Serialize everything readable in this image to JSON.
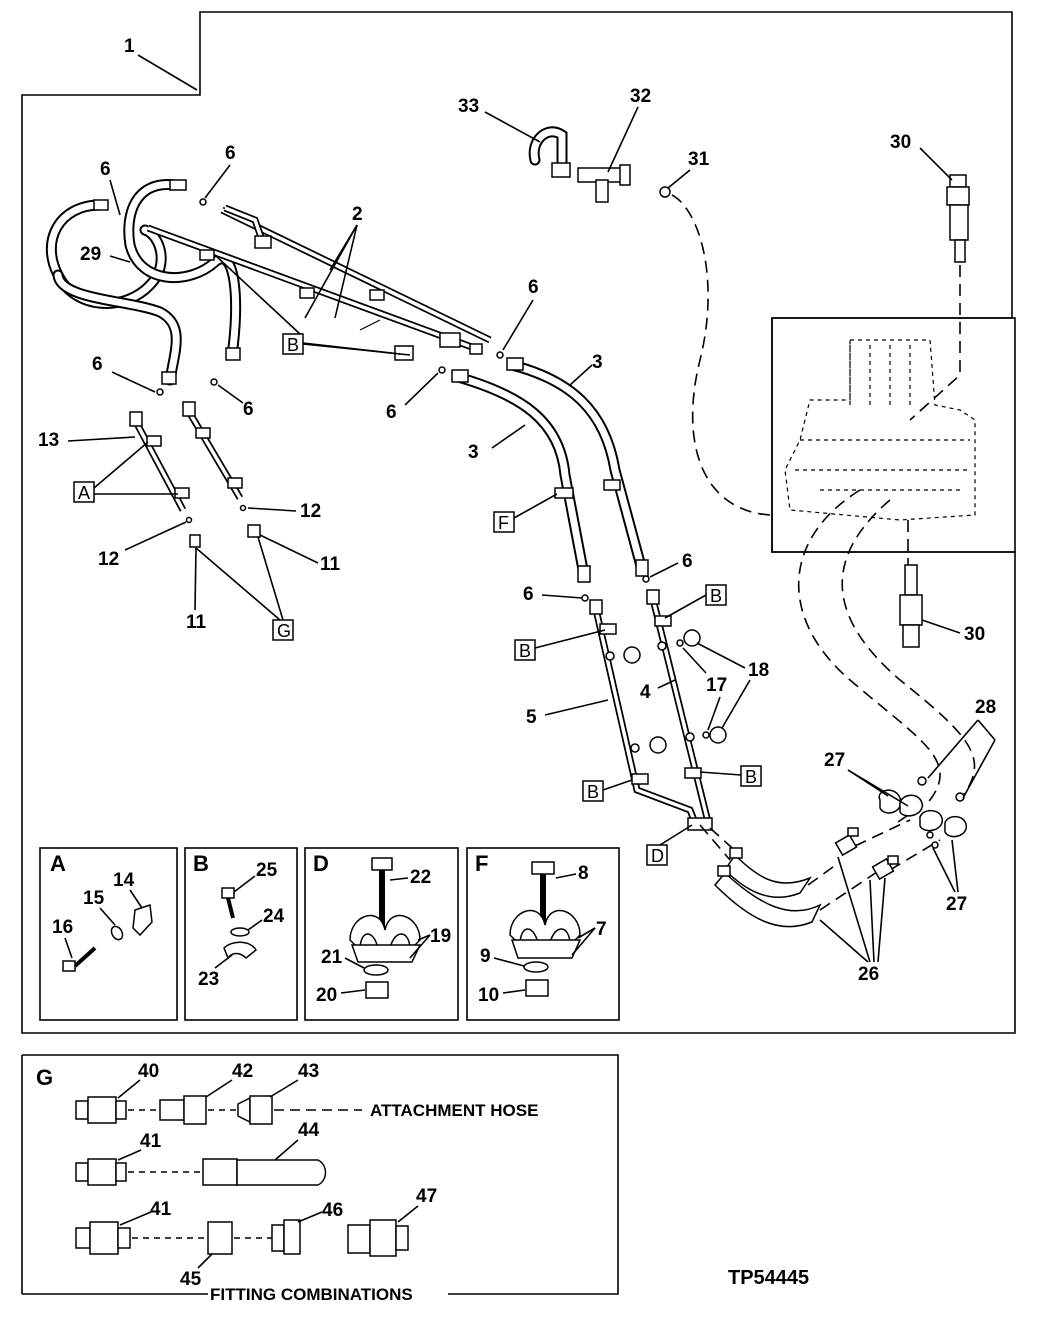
{
  "figure_id": "TP54445",
  "callouts": {
    "n1": "1",
    "n2": "2",
    "n3a": "3",
    "n3b": "3",
    "n4": "4",
    "n5": "5",
    "n6a": "6",
    "n6b": "6",
    "n6c": "6",
    "n6d": "6",
    "n6e": "6",
    "n6f": "6",
    "n6g": "6",
    "n6h": "6",
    "n11a": "11",
    "n11b": "11",
    "n12a": "12",
    "n12b": "12",
    "n13": "13",
    "n17": "17",
    "n18": "18",
    "n26": "26",
    "n27a": "27",
    "n27b": "27",
    "n28": "28",
    "n29": "29",
    "n30a": "30",
    "n30b": "30",
    "n31": "31",
    "n32": "32",
    "n33": "33"
  },
  "boxed_labels": {
    "b_top": "B",
    "b_r1": "B",
    "b_l1": "B",
    "b_l2": "B",
    "b_r2": "B",
    "a": "A",
    "f": "F",
    "g": "G",
    "d": "D"
  },
  "detail_panels": {
    "A": {
      "letter": "A",
      "callouts": {
        "c14": "14",
        "c15": "15",
        "c16": "16"
      }
    },
    "B": {
      "letter": "B",
      "callouts": {
        "c23": "23",
        "c24": "24",
        "c25": "25"
      }
    },
    "D": {
      "letter": "D",
      "callouts": {
        "c19": "19",
        "c20": "20",
        "c21": "21",
        "c22": "22"
      }
    },
    "F": {
      "letter": "F",
      "callouts": {
        "c7": "7",
        "c8": "8",
        "c9": "9",
        "c10": "10"
      }
    },
    "G": {
      "letter": "G",
      "callouts": {
        "c40": "40",
        "c41a": "41",
        "c41b": "41",
        "c42": "42",
        "c43": "43",
        "c44": "44",
        "c45": "45",
        "c46": "46",
        "c47": "47"
      },
      "attachment_hose_label": "ATTACHMENT HOSE",
      "fitting_combinations_label": "FITTING COMBINATIONS"
    }
  }
}
